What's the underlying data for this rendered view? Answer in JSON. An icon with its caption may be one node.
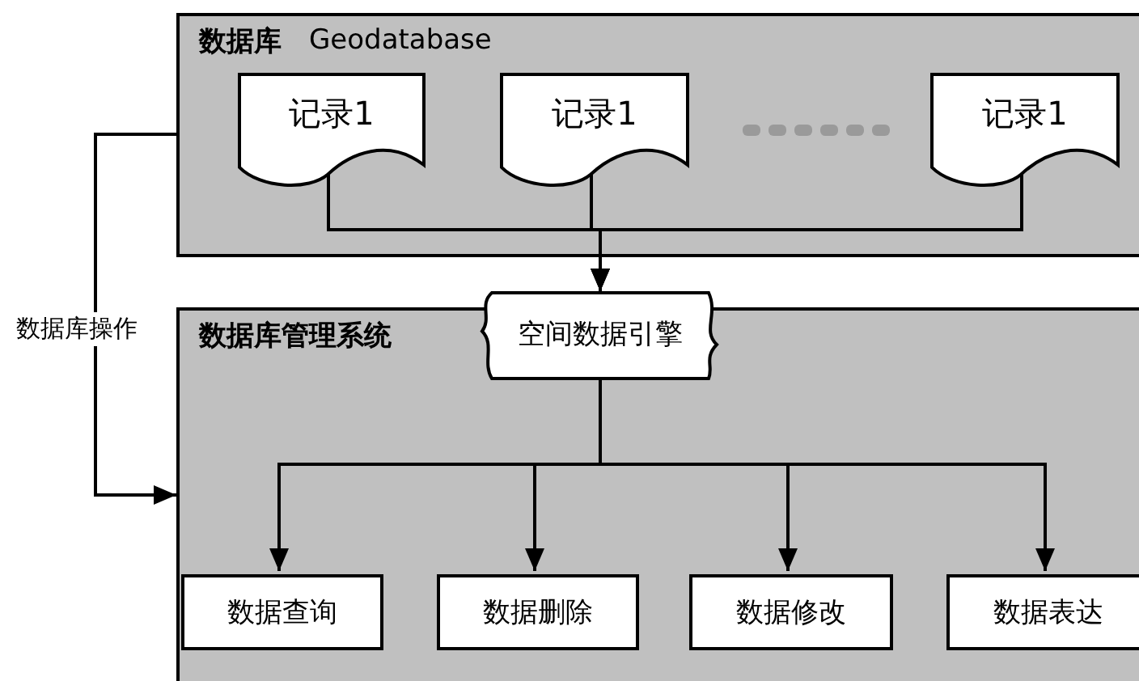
{
  "diagram": {
    "nodes": [
      {
        "text": [
          "数据库",
          "Geodatabase"
        ]
      },
      {
        "text": [
          "记录1"
        ],
        "in": 0
      },
      {
        "text": [
          "记录1"
        ],
        "in": 0
      },
      {
        "text": [
          "记录1"
        ],
        "in": 0
      },
      {
        "text": [
          "数据库管理系统"
        ]
      },
      {
        "text": [
          "空间数据引擎"
        ]
      },
      {
        "text": [
          "数据查询"
        ],
        "in": 4
      },
      {
        "text": [
          "数据删除"
        ],
        "in": 4
      },
      {
        "text": [
          "数据修改"
        ],
        "in": 4
      },
      {
        "text": [
          "数据表达"
        ],
        "in": 4
      }
    ],
    "edges": [
      {
        "from": 1,
        "to": 5,
        "arrow": "to"
      },
      {
        "from": 2,
        "to": 5,
        "arrow": "to"
      },
      {
        "from": 3,
        "to": 5,
        "arrow": "to"
      },
      {
        "from": 0,
        "to": 4,
        "label": "数据库操作",
        "arrow": "to"
      },
      {
        "from": 5,
        "to": 6,
        "arrow": "to"
      },
      {
        "from": 5,
        "to": 7,
        "arrow": "to"
      },
      {
        "from": 5,
        "to": 8,
        "arrow": "to"
      },
      {
        "from": 5,
        "to": 9,
        "arrow": "to"
      }
    ]
  }
}
